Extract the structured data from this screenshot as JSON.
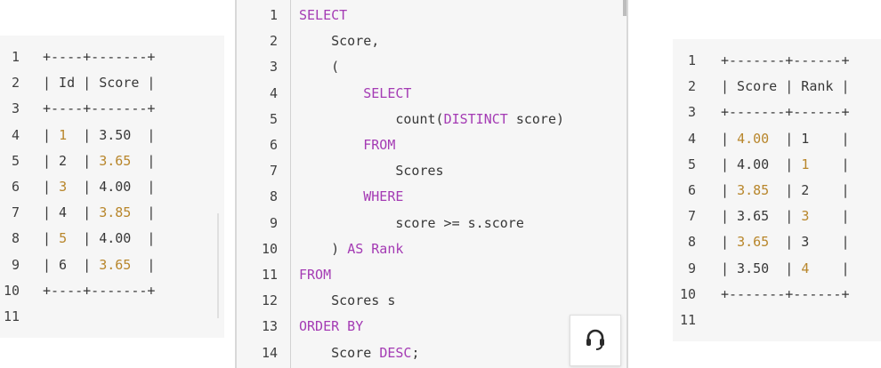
{
  "left_table": {
    "lines": [
      {
        "n": "1",
        "t": "+----+-------+"
      },
      {
        "n": "2",
        "t": "| Id | Score |"
      },
      {
        "n": "3",
        "t": "+----+-------+"
      },
      {
        "n": "4",
        "a": "| ",
        "b": "1",
        "c": "  | 3.50  |"
      },
      {
        "n": "5",
        "a": "| 2  | ",
        "b": "3.65",
        "c": "  |"
      },
      {
        "n": "6",
        "a": "| ",
        "b": "3",
        "c": "  | 4.00  |"
      },
      {
        "n": "7",
        "a": "| 4  | ",
        "b": "3.85",
        "c": "  |"
      },
      {
        "n": "8",
        "a": "| ",
        "b": "5",
        "c": "  | 4.00  |"
      },
      {
        "n": "9",
        "a": "| 6  | ",
        "b": "3.65",
        "c": "  |"
      },
      {
        "n": "10",
        "t": "+----+-------+"
      },
      {
        "n": "11",
        "t": ""
      }
    ]
  },
  "query": {
    "lines": [
      {
        "n": "1",
        "kw": "SELECT"
      },
      {
        "n": "2",
        "t": "    Score,"
      },
      {
        "n": "3",
        "t": "    ("
      },
      {
        "n": "4",
        "t": "        ",
        "kw": "SELECT"
      },
      {
        "n": "5",
        "t": "            count(",
        "kw": "DISTINCT",
        "rest": " score)"
      },
      {
        "n": "6",
        "t": "        ",
        "kw": "FROM"
      },
      {
        "n": "7",
        "t": "            Scores"
      },
      {
        "n": "8",
        "t": "        ",
        "kw": "WHERE"
      },
      {
        "n": "9",
        "t": "            score >= s.score"
      },
      {
        "n": "10",
        "t": "    ) ",
        "kw": "AS Rank"
      },
      {
        "n": "11",
        "kw": "FROM"
      },
      {
        "n": "12",
        "t": "    Scores s"
      },
      {
        "n": "13",
        "kw": "ORDER BY"
      },
      {
        "n": "14",
        "t": "    Score ",
        "kw": "DESC",
        "rest": ";"
      }
    ]
  },
  "right_table": {
    "lines": [
      {
        "n": "1",
        "t": "+-------+------+"
      },
      {
        "n": "2",
        "t": "| Score | Rank |"
      },
      {
        "n": "3",
        "t": "+-------+------+"
      },
      {
        "n": "4",
        "a": "| ",
        "b": "4.00",
        "c": "  | 1    |"
      },
      {
        "n": "5",
        "a": "| 4.00  | ",
        "b": "1",
        "c": "    |"
      },
      {
        "n": "6",
        "a": "| ",
        "b": "3.85",
        "c": "  | 2    |"
      },
      {
        "n": "7",
        "a": "| 3.65  | ",
        "b": "3",
        "c": "    |"
      },
      {
        "n": "8",
        "a": "| ",
        "b": "3.65",
        "c": "  | 3    |"
      },
      {
        "n": "9",
        "a": "| 3.50  | ",
        "b": "4",
        "c": "    |"
      },
      {
        "n": "10",
        "t": "+-------+------+"
      },
      {
        "n": "11",
        "t": ""
      }
    ]
  },
  "help_icon": "headset-icon",
  "colors": {
    "keyword": "#a43bb4",
    "number": "#b8862b",
    "text": "#383838",
    "panel": "#f6f6f6"
  }
}
